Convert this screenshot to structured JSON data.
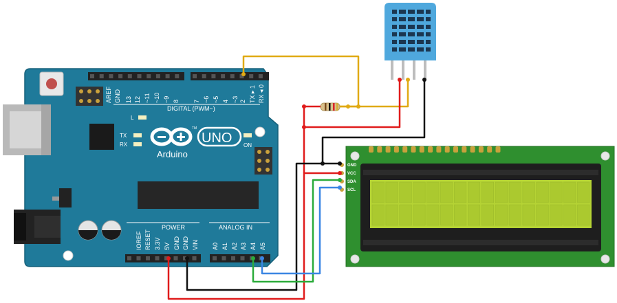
{
  "arduino": {
    "brand": "Arduino",
    "model": "UNO",
    "digital_header_label": "DIGITAL (PWM~)",
    "power_header_label": "POWER",
    "analog_header_label": "ANALOG IN",
    "led_l": "L",
    "led_tx": "TX",
    "led_rx": "RX",
    "led_on": "ON",
    "aref": "AREF",
    "gnd_top": "GND",
    "digital_pins": [
      "13",
      "12",
      "~11",
      "~10",
      "~9",
      "8",
      "7",
      "~6",
      "~5",
      "4",
      "~3",
      "2",
      "TX ▸ 1",
      "RX ◂ 0"
    ],
    "power_pins": [
      "IOREF",
      "RESET",
      "3.3V",
      "5V",
      "GND",
      "GND",
      "VIN"
    ],
    "analog_pins": [
      "A0",
      "A1",
      "A2",
      "A3",
      "A4",
      "A5"
    ]
  },
  "lcd": {
    "pins": [
      "GND",
      "VCC",
      "SDA",
      "SCL"
    ],
    "backlight_color": "#b5d334"
  },
  "sensor": {
    "body_color": "#4fa8dd"
  },
  "wires": {
    "power_color": "#e01b1b",
    "ground_color": "#111111",
    "signal_color": "#e0aa14",
    "sda_color": "#2bab3a",
    "scl_color": "#3a86e3"
  },
  "board_color": "#1f7a9a"
}
